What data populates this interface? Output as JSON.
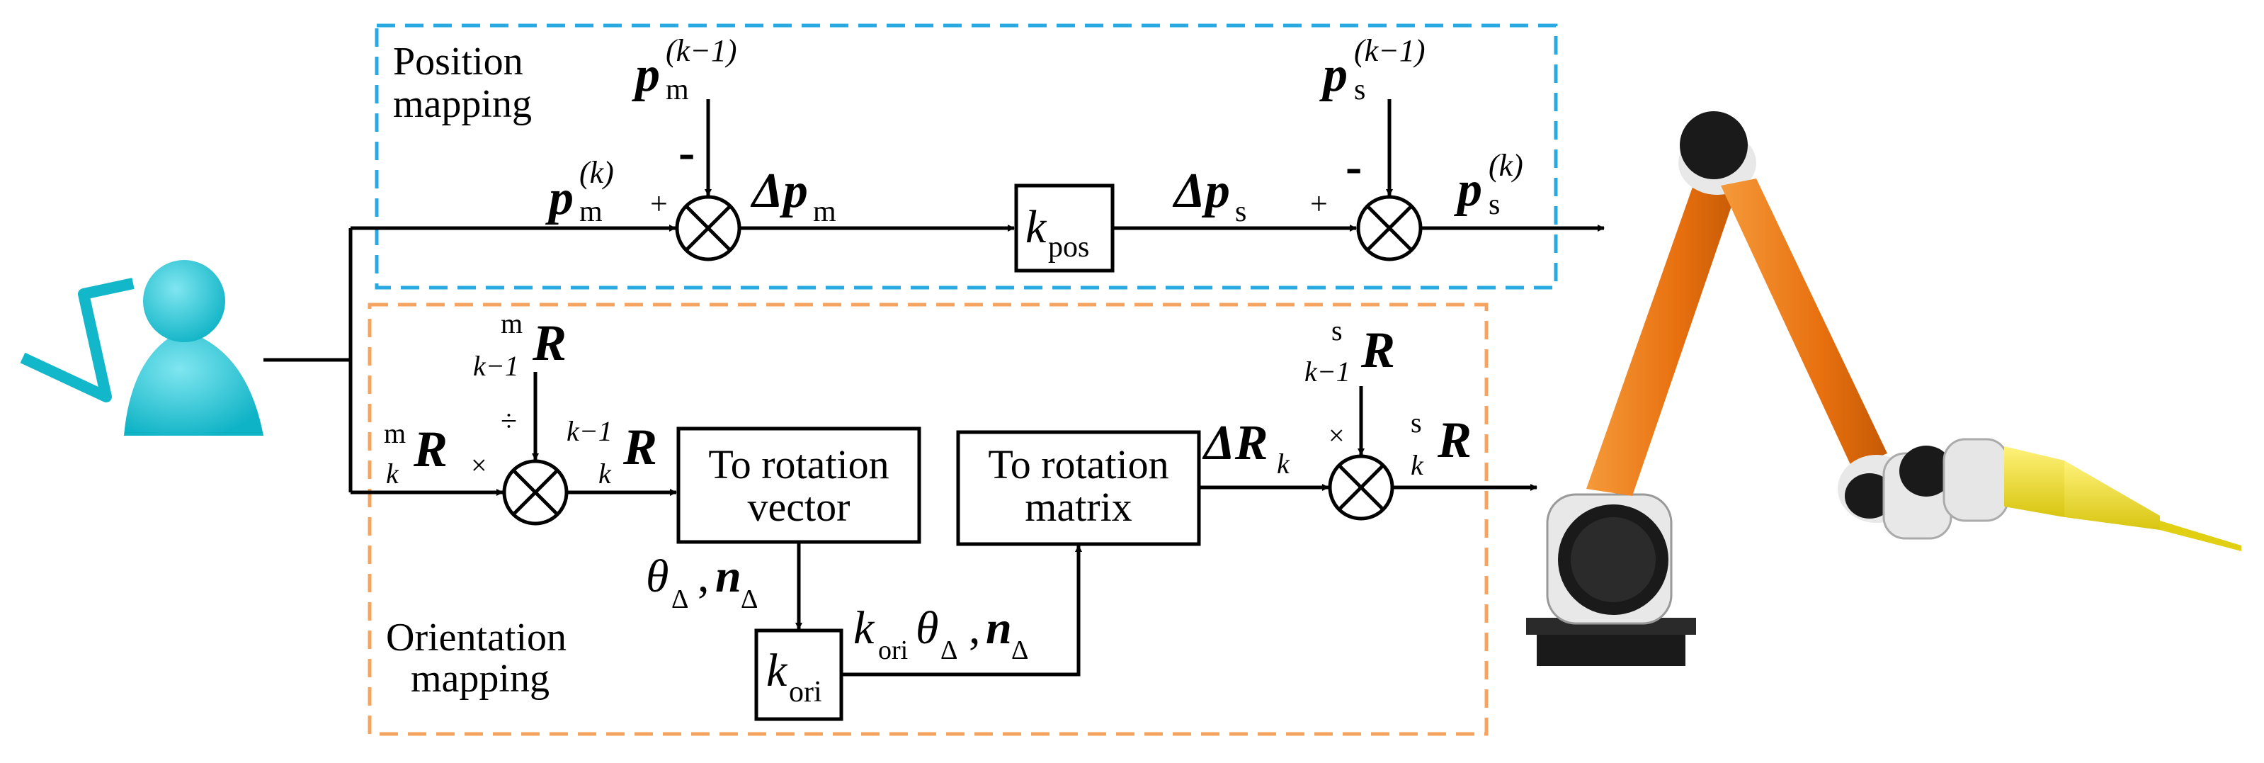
{
  "regions": {
    "position": {
      "title_line1": "Position",
      "title_line2": "mapping",
      "color": "#29a9e1"
    },
    "orientation": {
      "title_line1": "Orientation",
      "title_line2": "mapping",
      "color": "#f4a460"
    }
  },
  "blocks": {
    "k_pos": {
      "main": "k",
      "sub": "pos"
    },
    "k_ori": {
      "main": "k",
      "sub": "ori"
    },
    "to_rot_vec": {
      "line1": "To rotation",
      "line2": "vector"
    },
    "to_rot_mat": {
      "line1": "To rotation",
      "line2": "matrix"
    }
  },
  "labels": {
    "pm_k": {
      "main": "p",
      "sub": "m",
      "sup": "(k)"
    },
    "pm_km1": {
      "main": "p",
      "sub": "m",
      "sup": "(k−1)"
    },
    "delta_pm": {
      "main": "Δp",
      "sub": "m"
    },
    "delta_ps": {
      "main": "Δp",
      "sub": "s"
    },
    "ps_km1": {
      "main": "p",
      "sub": "s",
      "sup": "(k−1)"
    },
    "ps_k": {
      "main": "p",
      "sub": "s",
      "sup": "(k)"
    },
    "plus": "+",
    "minus": "-",
    "times": "×",
    "divide": "÷",
    "m_R_k": {
      "pre_sup": "m",
      "pre_sub": "k",
      "main": "R"
    },
    "m_R_km1": {
      "pre_sup": "m",
      "pre_sub": "k−1",
      "main": "R"
    },
    "km1_R_k": {
      "pre_sup": "k−1",
      "pre_sub": "k",
      "main": "R"
    },
    "theta_n": {
      "theta": "θ",
      "n": "n",
      "sub": "Δ",
      "comma": ","
    },
    "kori_theta_n": {
      "k": "k",
      "k_sub": "ori",
      "theta": "θ",
      "n": "n",
      "sub": "Δ",
      "comma": ","
    },
    "delta_R_k": {
      "main": "ΔR",
      "sub": "k"
    },
    "s_R_km1": {
      "pre_sup": "s",
      "pre_sub": "k−1",
      "main": "R"
    },
    "s_R_k": {
      "pre_sup": "s",
      "pre_sub": "k",
      "main": "R"
    }
  },
  "colors": {
    "operator_head": "#1fc4d4",
    "robot_orange": "#f07d1a",
    "robot_black": "#1a1a1a",
    "robot_white": "#e8e8e8",
    "tool_yellow": "#f2e21a"
  }
}
